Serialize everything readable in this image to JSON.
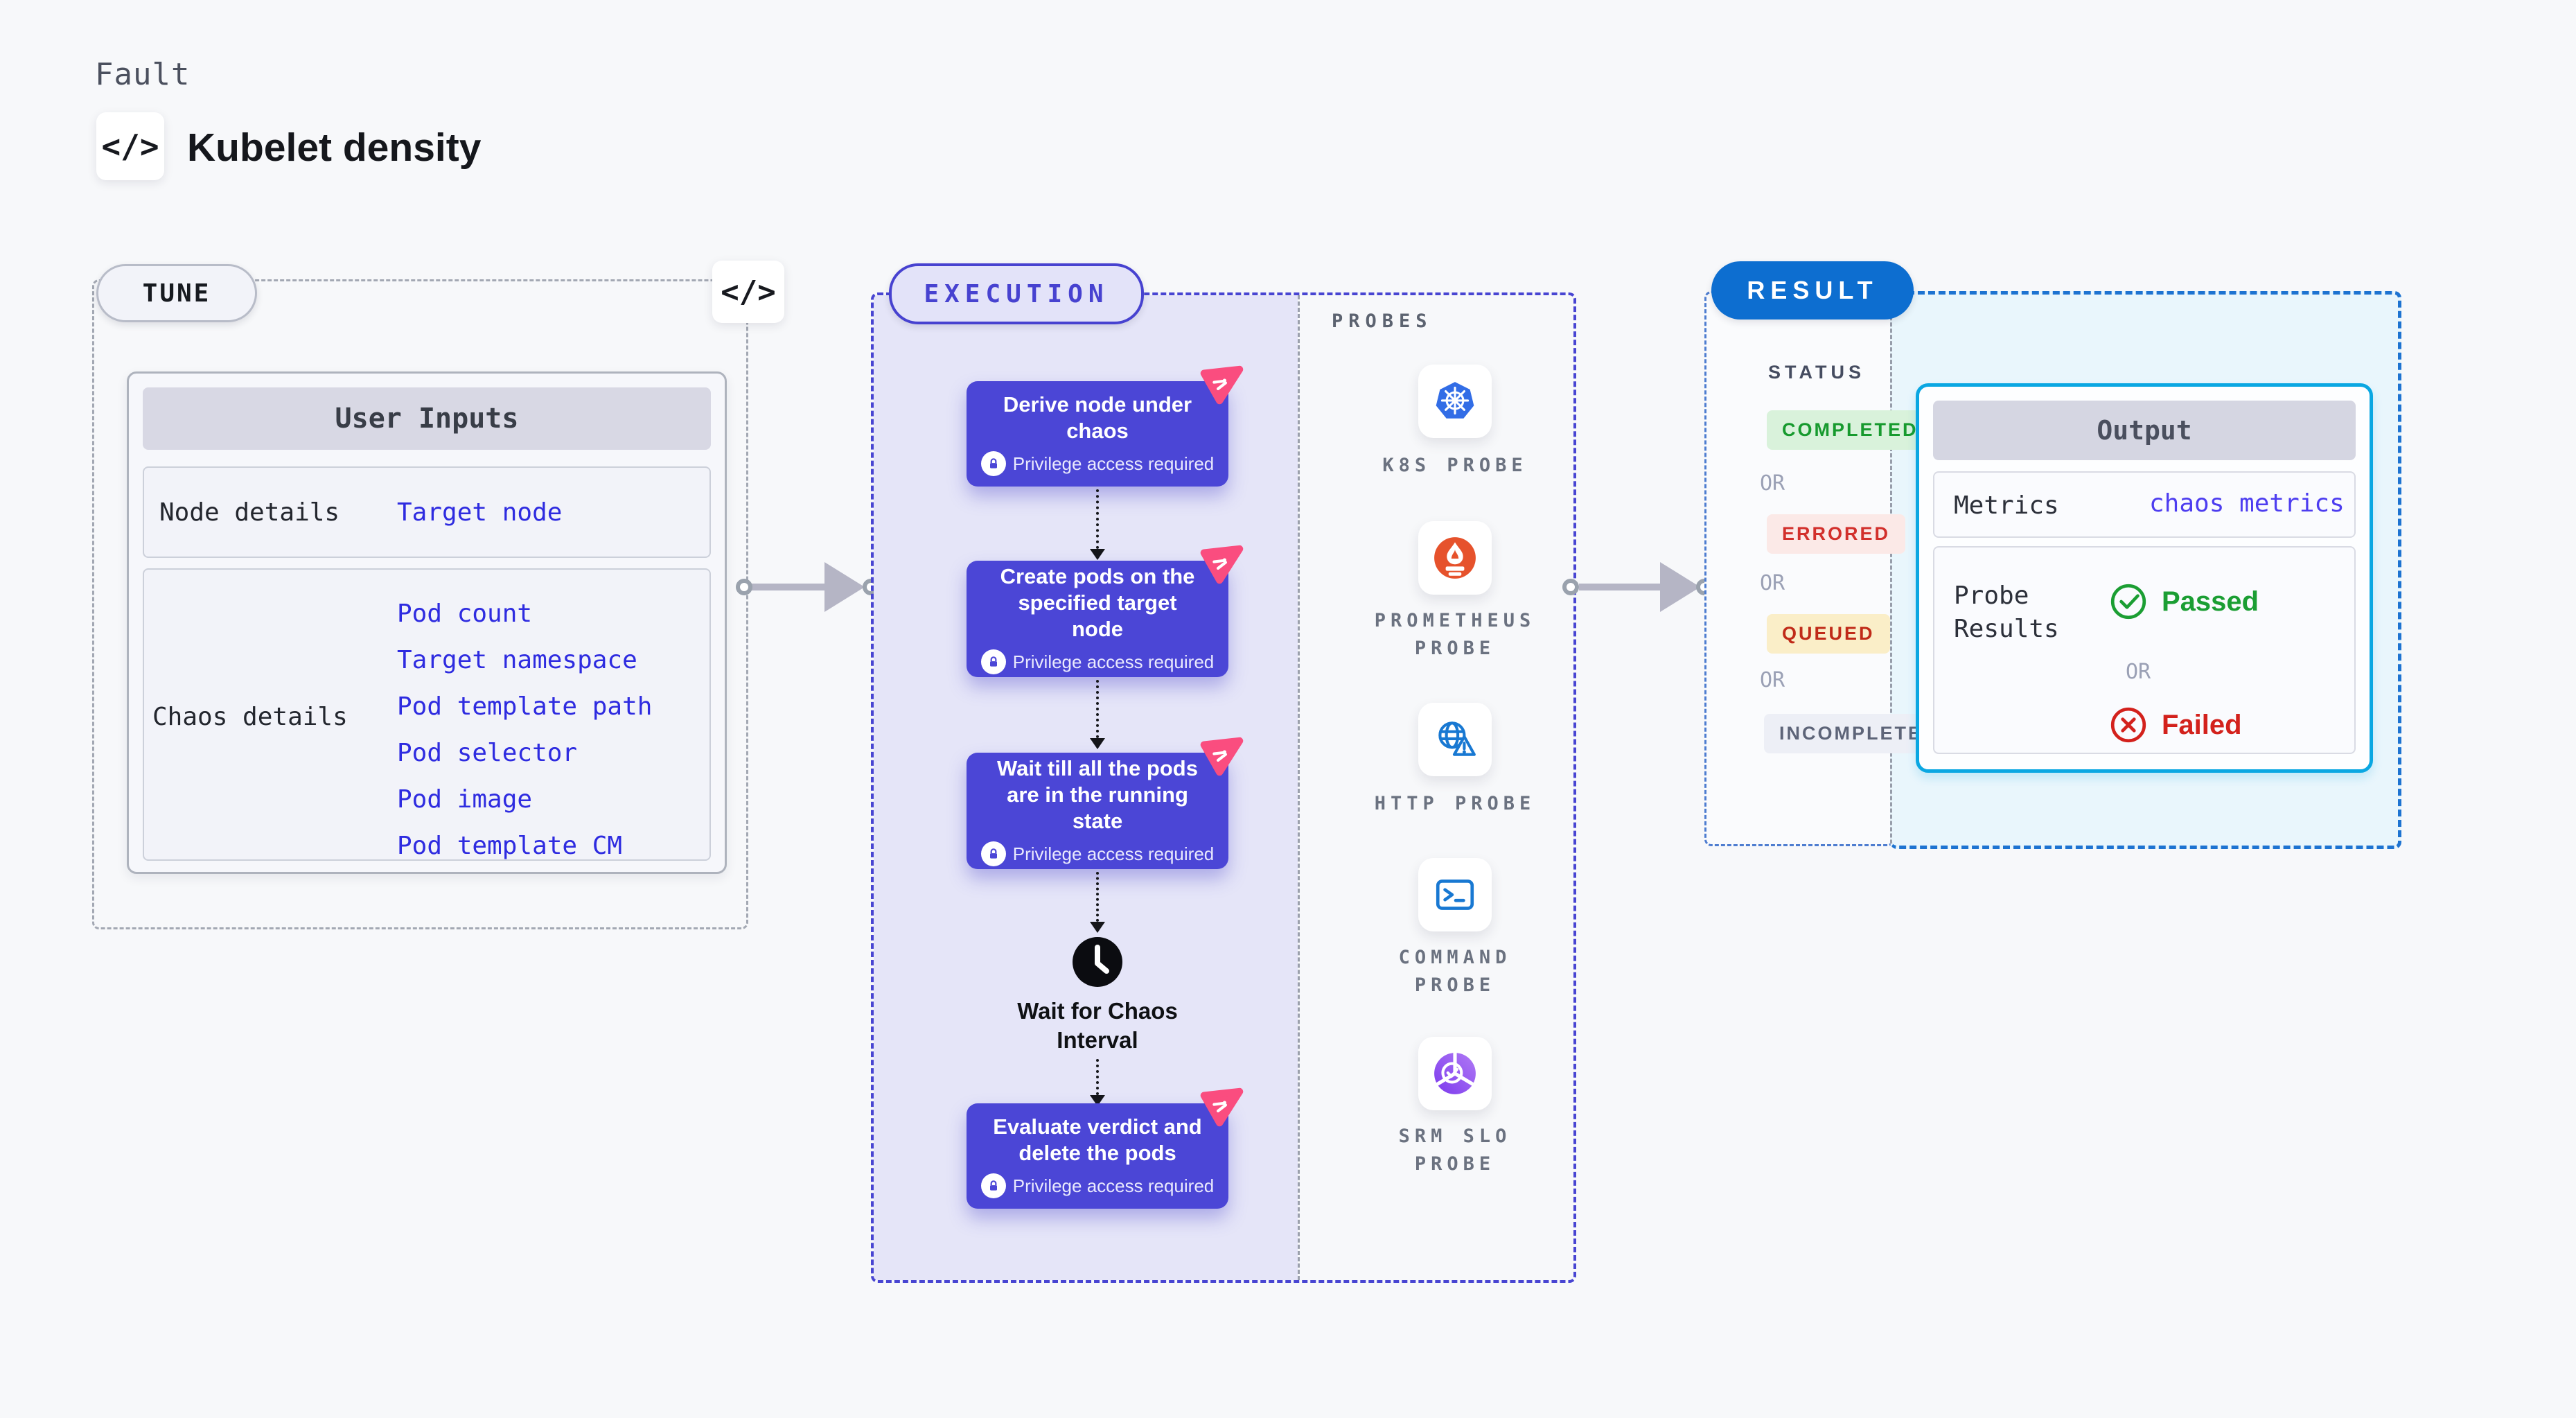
{
  "header": {
    "eyebrow": "Fault",
    "title": "Kubelet density",
    "code_icon": "</>"
  },
  "tune": {
    "badge": "TUNE",
    "code_icon": "</>",
    "table": {
      "header": "User Inputs",
      "rows": [
        {
          "label": "Node details",
          "links": [
            "Target node"
          ]
        },
        {
          "label": "Chaos details",
          "links": [
            "Pod count",
            "Target namespace",
            "Pod template path",
            "Pod selector",
            "Pod image",
            "Pod template CM"
          ]
        }
      ]
    }
  },
  "execution": {
    "badge": "EXECUTION",
    "privilege_note": "Privilege access required",
    "steps": [
      {
        "title": "Derive node under chaos"
      },
      {
        "title": "Create pods on the specified target node"
      },
      {
        "title": "Wait till all the pods are in the running state"
      },
      {
        "title": "Evaluate verdict and delete the pods"
      }
    ],
    "interval_label": "Wait for Chaos Interval"
  },
  "probes": {
    "title": "PROBES",
    "items": [
      {
        "icon": "kubernetes-icon",
        "label": "K8S PROBE"
      },
      {
        "icon": "prometheus-icon",
        "label": "PROMETHEUS PROBE"
      },
      {
        "icon": "http-icon",
        "label": "HTTP PROBE"
      },
      {
        "icon": "command-icon",
        "label": "COMMAND PROBE"
      },
      {
        "icon": "srm-slo-icon",
        "label": "SRM SLO PROBE"
      }
    ]
  },
  "result": {
    "badge": "RESULT",
    "status": {
      "title": "STATUS",
      "separator": "OR",
      "items": [
        "COMPLETED",
        "ERRORED",
        "QUEUED",
        "INCOMPLETED"
      ]
    },
    "output": {
      "header": "Output",
      "metrics_label": "Metrics",
      "metrics_link": "chaos metrics",
      "probe_results_label": "Probe Results",
      "passed": "Passed",
      "or": "OR",
      "failed": "Failed"
    }
  },
  "colors": {
    "accent_indigo": "#4b46d6",
    "lavender_bg": "#e5e5f8",
    "litmus_pink": "#fa4d7f",
    "result_blue": "#0d6ed0",
    "output_cyan": "#0aa7e2",
    "passed_green": "#1b9e33",
    "failed_red": "#d3211c",
    "queued_yellow_bg": "#faeec8",
    "k8s_blue": "#326de6",
    "prometheus_orange": "#e6522c",
    "srm_purple": "#8b47ef",
    "link_blue": "#2e2be0"
  }
}
